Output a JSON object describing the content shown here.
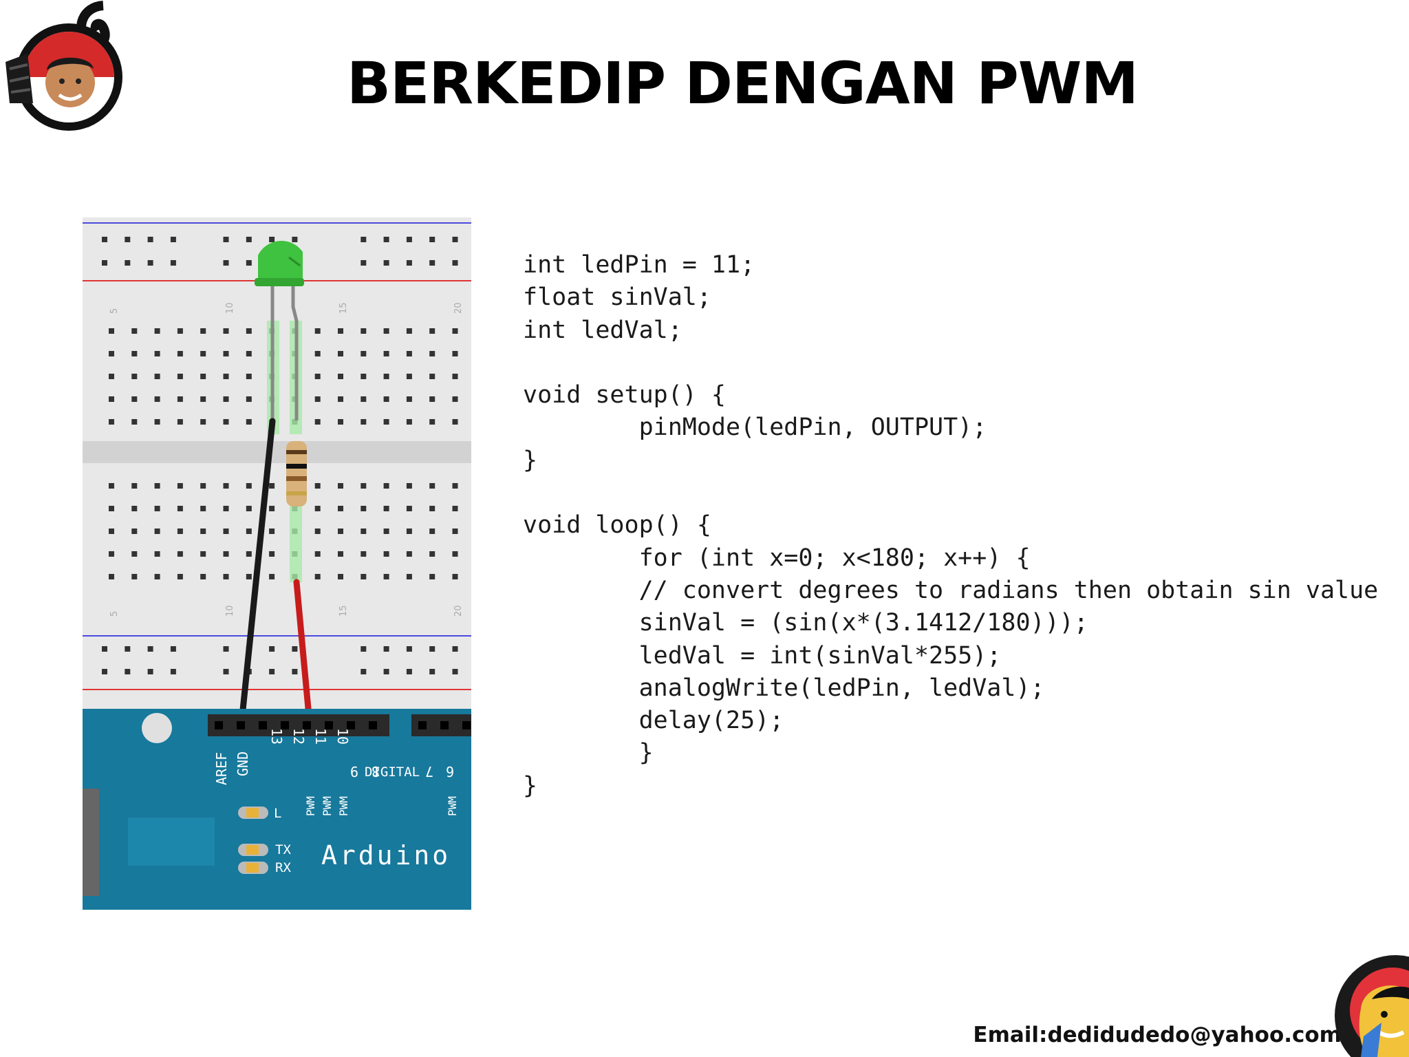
{
  "slide": {
    "title": "BERKEDIP DENGAN PWM",
    "email": "Email:dedidudedo@yahoo.com"
  },
  "code_lines": [
    "int ledPin = 11;",
    "float sinVal;",
    "int ledVal;",
    "",
    "void setup() {",
    "        pinMode(ledPin, OUTPUT);",
    "}",
    "",
    "void loop() {",
    "        for (int x=0; x<180; x++) {",
    "        // convert degrees to radians then obtain sin value",
    "        sinVal = (sin(x*(3.1412/180)));",
    "        ledVal = int(sinVal*255);",
    "        analogWrite(ledPin, ledVal);",
    "        delay(25);",
    "        }",
    "}"
  ],
  "board": {
    "name": "Arduino",
    "pin_labels": [
      "AREF",
      "GND",
      "13",
      "12",
      "11",
      "10",
      "9",
      "8",
      "7",
      "6"
    ],
    "pwm_label": "PWM",
    "digital_label": "DIGITAL",
    "led_labels": [
      "L",
      "TX",
      "RX"
    ],
    "row_numbers": [
      "5",
      "10",
      "15",
      "20"
    ]
  },
  "colors": {
    "board_blue": "#17799c",
    "breadboard": "#e6e6e6",
    "led_green": "#3fc23f",
    "wire_black": "#1a1a1a",
    "wire_red": "#c71c1c",
    "rail_red": "#e03434",
    "rail_blue": "#4a4adf"
  }
}
